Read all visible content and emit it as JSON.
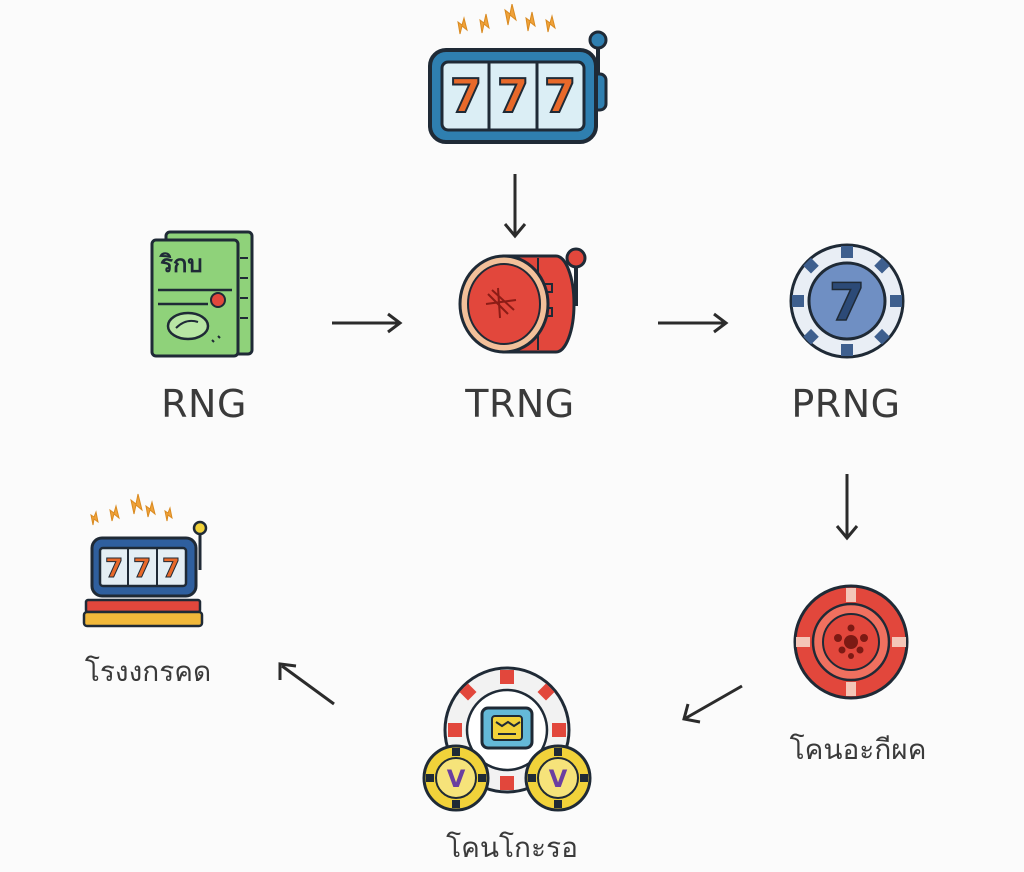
{
  "nodes": {
    "slot_top": {
      "reels": [
        "7",
        "7",
        "7"
      ]
    },
    "rng": {
      "label": "RNG",
      "ticket_text": "ริกบ"
    },
    "trng": {
      "label": "TRNG"
    },
    "prng": {
      "label": "PRNG",
      "chip_text": "7"
    },
    "slot_left": {
      "label": "โรงงกรคด",
      "reels": [
        "7",
        "7",
        "7"
      ]
    },
    "red_chip": {
      "label": "โคนอะกีผค"
    },
    "chip_cluster": {
      "label": "โคนโกะรอ",
      "small_chip_text": "V"
    }
  },
  "colors": {
    "outline": "#1f2a36",
    "slot_blue": "#2f7fb0",
    "reel_orange": "#e8692a",
    "spark_orange": "#f0a23a",
    "ticket_green": "#8fd27a",
    "chip_red": "#e2473c",
    "chip_blue": "#6f8fc3",
    "chip_yellow": "#f1d23a"
  }
}
